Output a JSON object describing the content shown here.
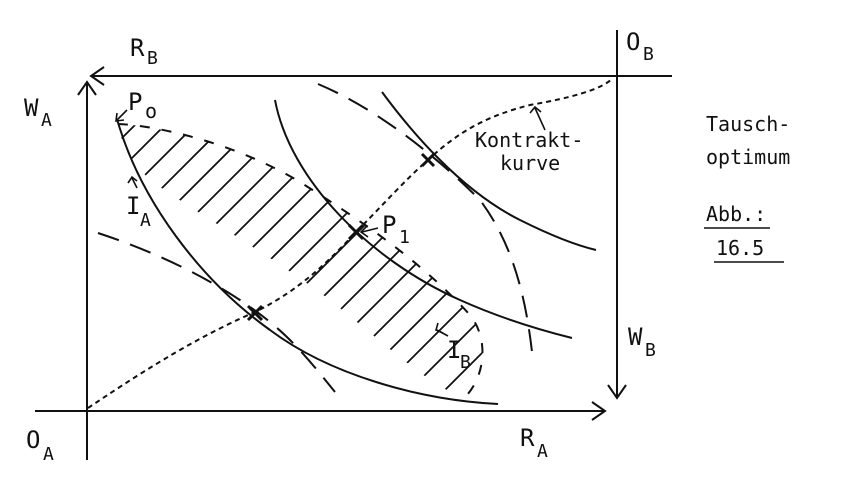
{
  "labels": {
    "rb_main": "R",
    "rb_sub": "B",
    "ob_main": "O",
    "ob_sub": "B",
    "wa_main": "W",
    "wa_sub": "A",
    "p0_main": "P",
    "p0_sub": "o",
    "ia_main": "I",
    "ia_sub": "A",
    "p1_main": "P",
    "p1_sub": "1",
    "ib_main": "I",
    "ib_sub": "B",
    "wb_main": "W",
    "wb_sub": "B",
    "oa_main": "O",
    "oa_sub": "A",
    "ra_main": "R",
    "ra_sub": "A",
    "kontrakt_1": "Kontrakt-",
    "kontrakt_2": "kurve"
  },
  "side": {
    "title_1": "Tausch-",
    "title_2": "optimum",
    "fig_1": "Abb.:",
    "fig_2": "16.5"
  },
  "colors": {
    "ink": "#111111",
    "paper": "#ffffff"
  }
}
